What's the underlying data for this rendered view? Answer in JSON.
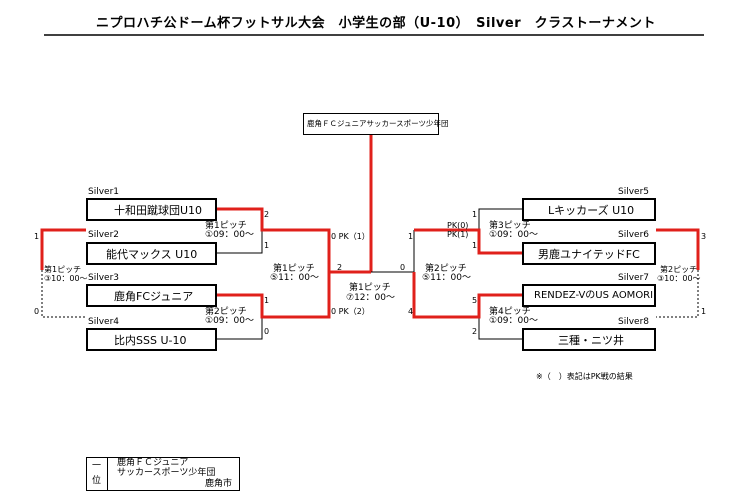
{
  "title": "ニプロハチ公ドーム杯フットサル大会　小学生の部（U-10）　Silver　クラストーナメント",
  "champion_team": "鹿角ＦＣジュニアサッカースポーツ少年団",
  "teams": [
    {
      "seed": "Silver1",
      "name": "十和田蹴球団U10"
    },
    {
      "seed": "Silver2",
      "name": "能代マックス U10"
    },
    {
      "seed": "Silver3",
      "name": "鹿角FCジュニア"
    },
    {
      "seed": "Silver4",
      "name": "比内SSS U-10"
    },
    {
      "seed": "Silver5",
      "name": "Lキッカーズ U10"
    },
    {
      "seed": "Silver6",
      "name": "男鹿ユナイテッドFC"
    },
    {
      "seed": "Silver7",
      "name": "RENDEZ-VのUS AOMORI"
    },
    {
      "seed": "Silver8",
      "name": "三種・ニツ井"
    }
  ],
  "matches": {
    "m1": {
      "pitch": "第1ピッチ",
      "time": "①09：00～"
    },
    "m2": {
      "pitch": "第2ピッチ",
      "time": "①09：00～"
    },
    "m3": {
      "pitch": "第3ピッチ",
      "time": "①09：00～"
    },
    "m4": {
      "pitch": "第4ピッチ",
      "time": "①09：00～"
    },
    "semi_left": {
      "pitch": "第1ピッチ",
      "time": "⑤11：00～"
    },
    "semi_right": {
      "pitch": "第2ピッチ",
      "time": "⑤11：00～"
    },
    "final": {
      "pitch": "第1ピッチ",
      "time": "⑦12：00～"
    },
    "third_left": {
      "pitch": "第1ピッチ",
      "time": "③10：00～"
    },
    "third_right": {
      "pitch": "第2ピッチ",
      "time": "③10：00～"
    }
  },
  "scores": {
    "m1_top": "2",
    "m1_bottom": "1",
    "m2_top": "1",
    "m2_bottom": "0",
    "m3_top_pk": "PK(0)",
    "m3_top": "1",
    "m3_bottom_pk": "PK(1)",
    "m3_bottom": "1",
    "m4_top": "5",
    "m4_bottom": "2",
    "semi_left_top": "0 PK（1）",
    "semi_left_bottom": "0 PK（2）",
    "semi_right_top": "1",
    "semi_right_bottom": "4",
    "final_left": "2",
    "final_right": "0",
    "third_left_top": "1",
    "third_left_bottom": "0",
    "third_right_top": "3",
    "third_right_bottom": "1"
  },
  "note": "※（　）表記はPK戦の結果",
  "ranking": {
    "rank_char_1": "一",
    "rank_char_2": "位",
    "line1": "鹿角ＦＣジュニア",
    "line2": "サッカースポーツ少年団",
    "city": "鹿角市"
  },
  "colors": {
    "winner_line": "#e0201b",
    "line": "#000000"
  }
}
